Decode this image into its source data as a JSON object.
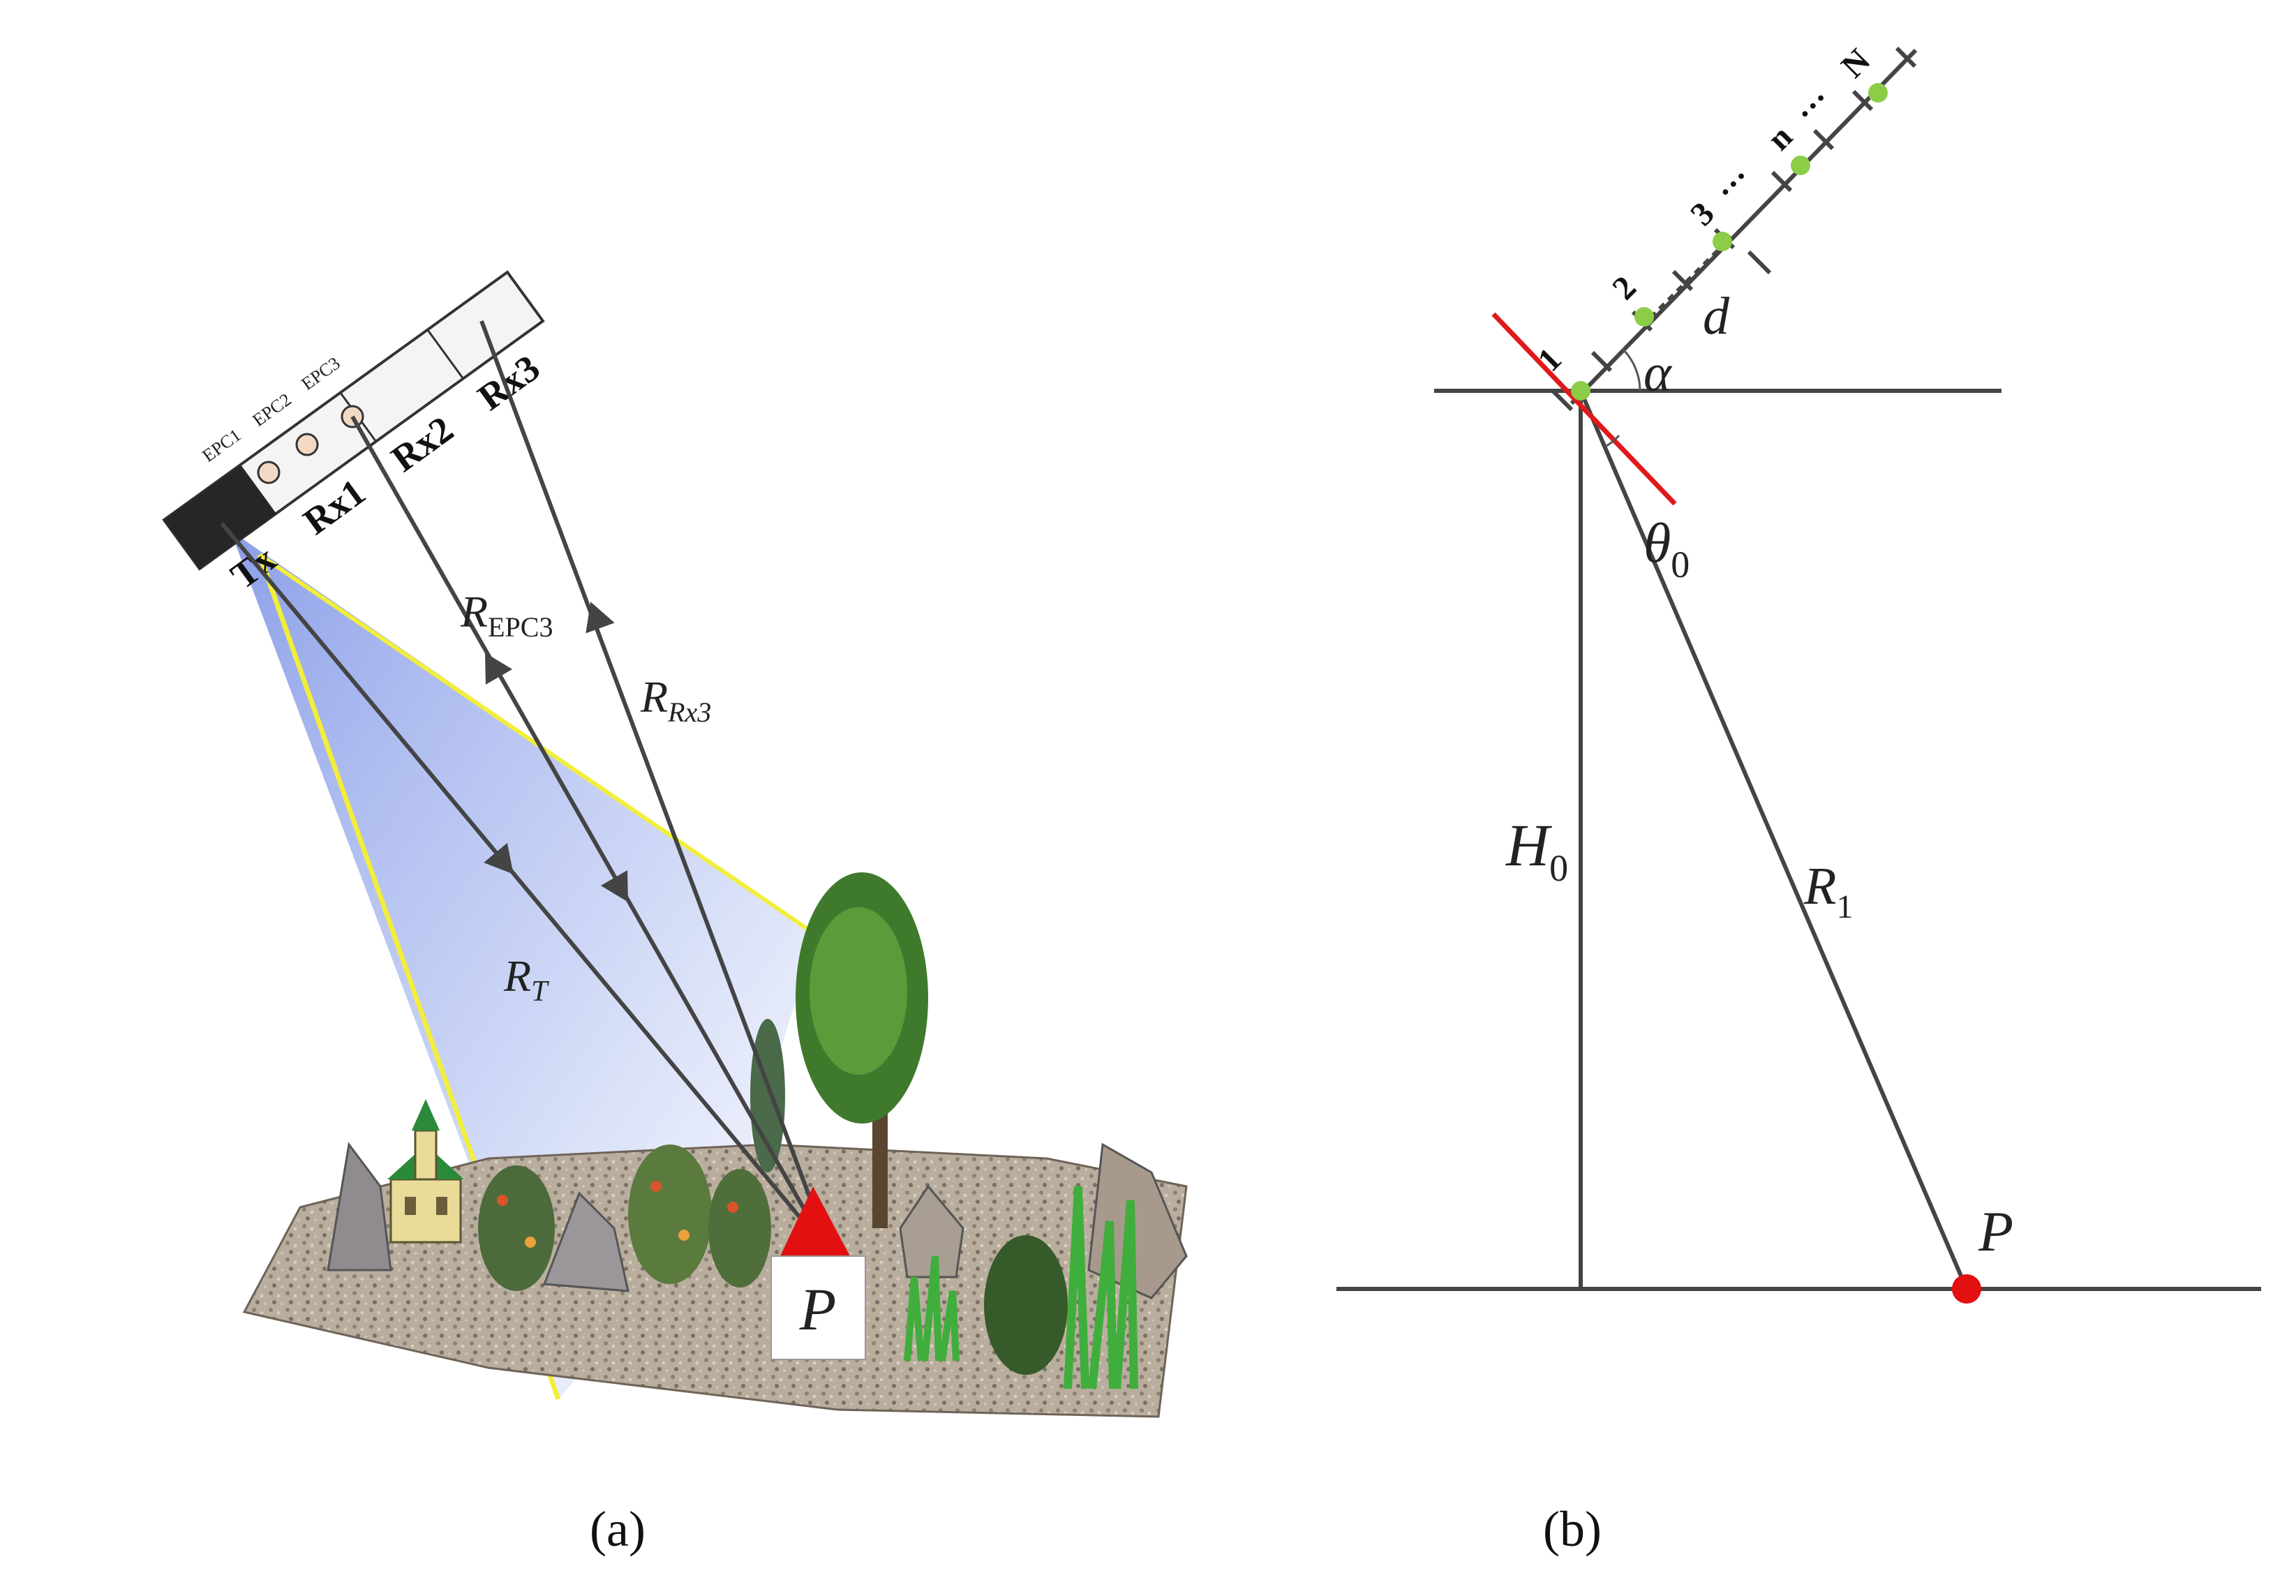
{
  "panel_a": {
    "caption": "(a)",
    "epc_labels": [
      "EPC1",
      "EPC2",
      "EPC3"
    ],
    "tx_label": "Tx",
    "rx_labels": [
      "Rx1",
      "Rx2",
      "Rx3"
    ],
    "r_t": {
      "main": "R",
      "sub": "T"
    },
    "r_epc3": {
      "main": "R",
      "sub": "EPC3"
    },
    "r_rx3": {
      "main": "R",
      "sub": "Rx3"
    },
    "point_label": "P"
  },
  "panel_b": {
    "caption": "(b)",
    "array_labels": [
      "1",
      "2",
      "3",
      "···",
      "n",
      "···",
      "N"
    ],
    "d_label": "d",
    "alpha_label": "α",
    "theta": {
      "main": "θ",
      "sub": "0"
    },
    "h0": {
      "main": "H",
      "sub": "0"
    },
    "r1": {
      "main": "R",
      "sub": "1"
    },
    "point_label": "P"
  },
  "colors": {
    "line": "#444444",
    "beam": "#9fb2ee",
    "beam_edge": "#f2ee3a",
    "target_red": "#e21010",
    "element_green": "#8ccd47",
    "tangent_red": "#e0191b"
  }
}
